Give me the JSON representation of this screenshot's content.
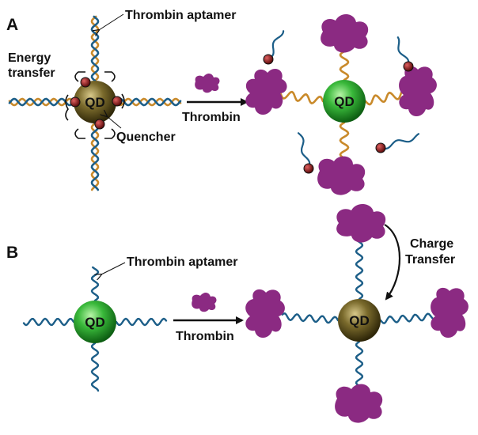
{
  "panel_a": {
    "letter": "A",
    "aptamer_label": "Thrombin aptamer",
    "energy_label_1": "Energy",
    "energy_label_2": "transfer",
    "quencher_label": "Quencher",
    "arrow_label": "Thrombin",
    "qd_left": "QD",
    "qd_right": "QD"
  },
  "panel_b": {
    "letter": "B",
    "aptamer_label": "Thrombin aptamer",
    "arrow_label": "Thrombin",
    "charge_label_1": "Charge",
    "charge_label_2": "Transfer",
    "qd_left": "QD",
    "qd_right": "QD"
  },
  "colors": {
    "qd_green": "#2ea82e",
    "qd_dark": "#6b5a22",
    "thrombin": "#8b2a82",
    "aptamer_orange": "#c98a2b",
    "dna_blue": "#1c5e88",
    "quencher": "#8e1c1c"
  }
}
